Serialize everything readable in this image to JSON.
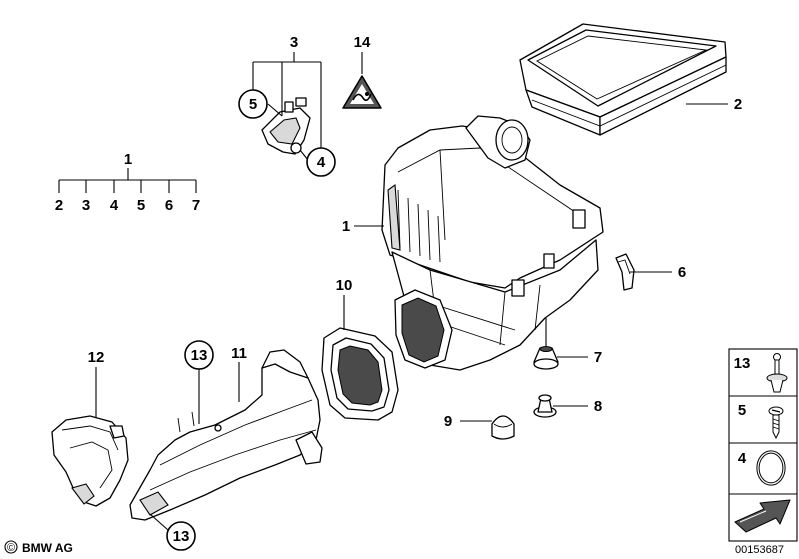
{
  "callouts": {
    "c1_top": "1",
    "c1_sub": [
      "2",
      "3",
      "4",
      "5",
      "6",
      "7"
    ],
    "c1_box": "1",
    "c2": "2",
    "c3": "3",
    "c4": "4",
    "c5": "5",
    "c6": "6",
    "c7": "7",
    "c8": "8",
    "c9": "9",
    "c10": "10",
    "c11": "11",
    "c12": "12",
    "c13_top": "13",
    "c13_bottom": "13",
    "c14": "14"
  },
  "legend": [
    {
      "label": "13",
      "icon": "push-rivet-icon"
    },
    {
      "label": "5",
      "icon": "screw-icon"
    },
    {
      "label": "4",
      "icon": "o-ring-icon"
    },
    {
      "label": "",
      "icon": "arrow-icon"
    }
  ],
  "footer": {
    "brand": "BMW AG",
    "copyright_symbol": "©",
    "doc_number": "00153687"
  }
}
